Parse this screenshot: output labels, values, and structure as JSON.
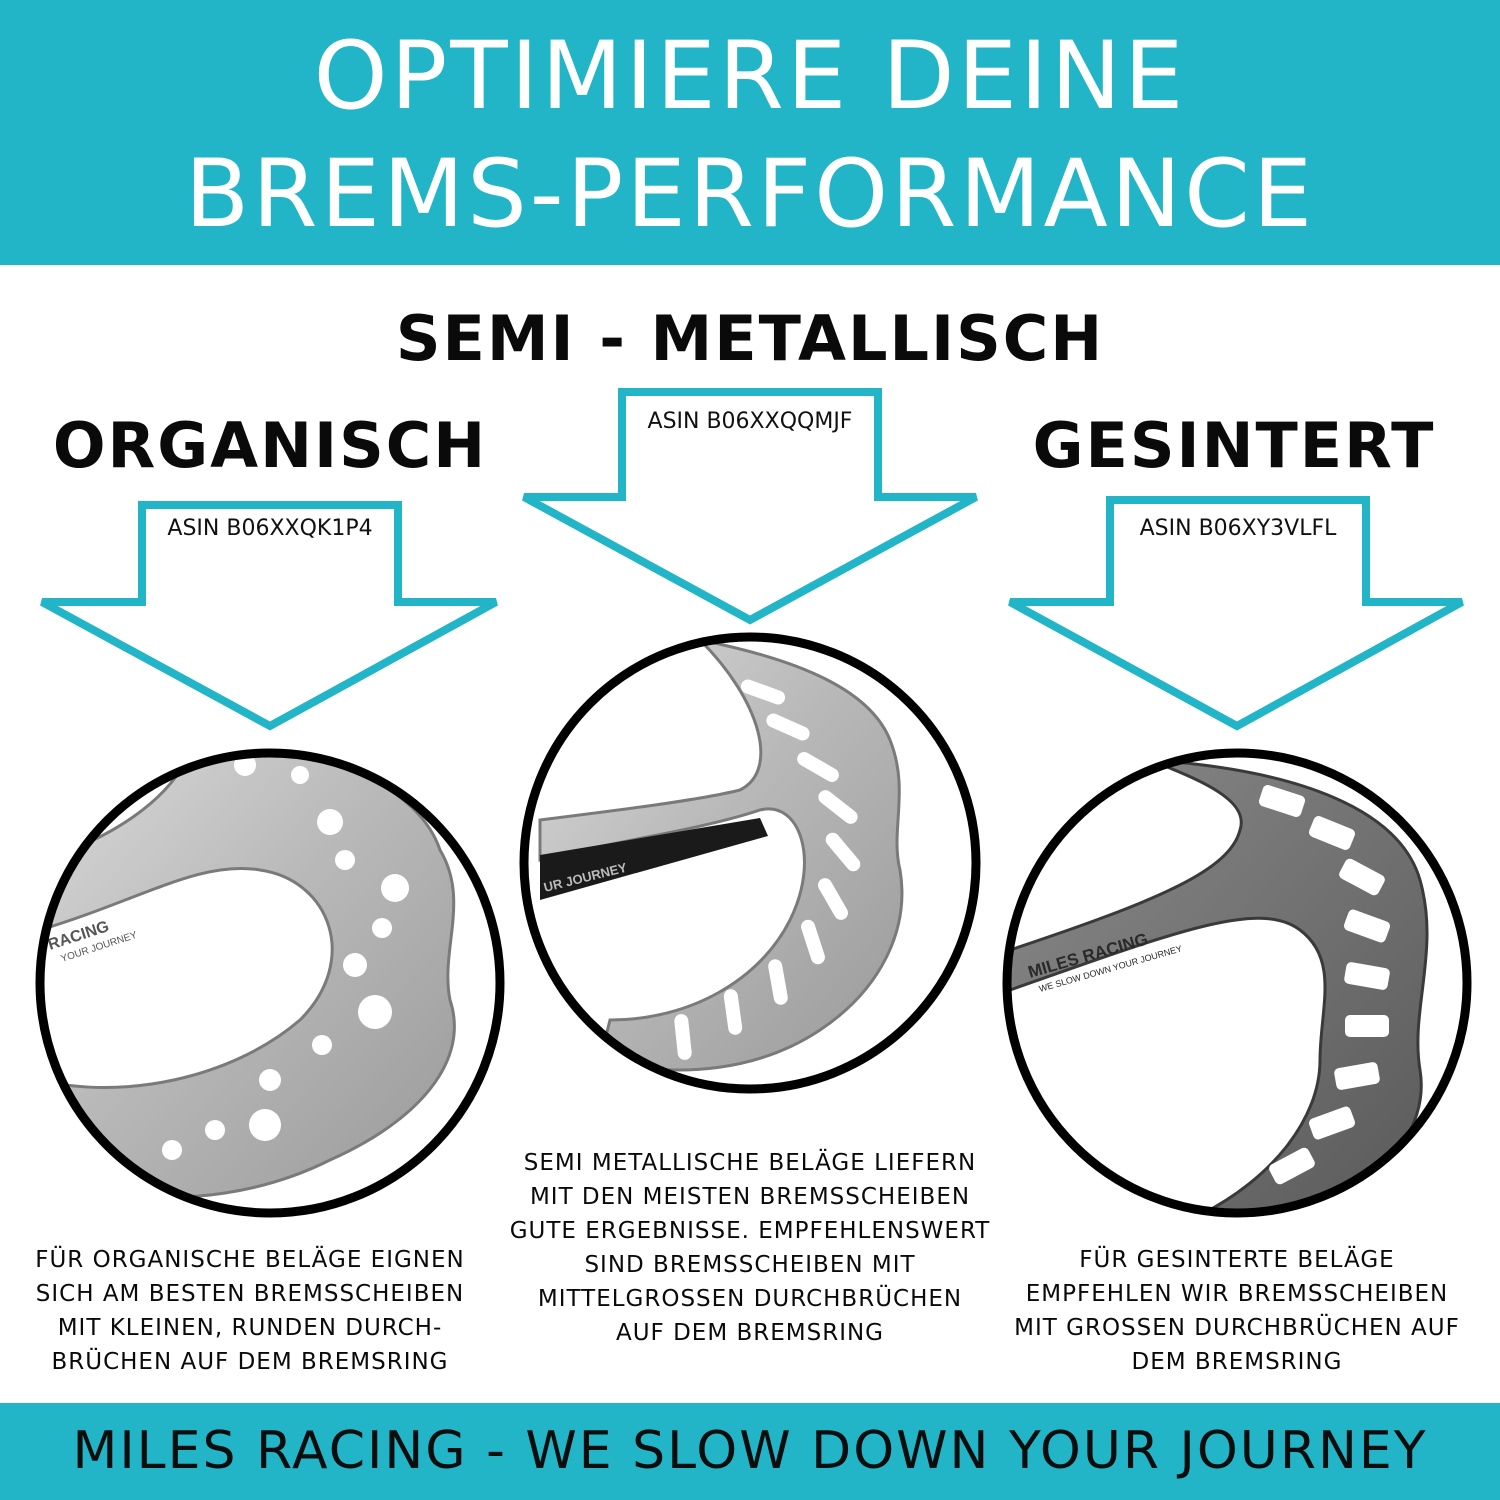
{
  "header": {
    "line1": "OPTIMIERE DEINE",
    "line2": "BREMS-PERFORMANCE"
  },
  "colors": {
    "accent": "#22b5c8",
    "text": "#0a0a0a",
    "circle_outline": "#000000"
  },
  "columns": {
    "organisch": {
      "title": "ORGANISCH",
      "asin": "ASIN B06XXQK1P4",
      "desc": [
        "FÜR ORGANISCHE BELÄGE EIGNEN",
        "SICH AM BESTEN BREMSSCHEIBEN",
        "MIT KLEINEN, RUNDEN DURCH-",
        "BRÜCHEN AUF DEM BREMSRING"
      ],
      "disc_text": [
        "RACING",
        "YOUR JOURNEY"
      ]
    },
    "semi": {
      "title": "SEMI - METALLISCH",
      "asin": "ASIN B06XXQQMJF",
      "desc": [
        "SEMI METALLISCHE BELÄGE LIEFERN",
        "MIT DEN MEISTEN BREMSSCHEIBEN",
        "GUTE ERGEBNISSE. EMPFEHLENSWERT",
        "SIND BREMSSCHEIBEN MIT",
        "MITTELGROSSEN DURCHBRÜCHEN",
        "AUF DEM BREMSRING"
      ],
      "disc_text": [
        "UR JOURNEY"
      ]
    },
    "gesintert": {
      "title": "GESINTERT",
      "asin": "ASIN B06XY3VLFL",
      "desc": [
        "FÜR GESINTERTE BELÄGE",
        "EMPFEHLEN WIR BREMSSCHEIBEN",
        "MIT GROSSEN DURCHBRÜCHEN AUF",
        "DEM BREMSRING"
      ],
      "disc_text": [
        "MILES RACING",
        "WE SLOW DOWN YOUR JOURNEY"
      ]
    }
  },
  "footer": {
    "text": "MILES RACING - WE SLOW DOWN YOUR JOURNEY"
  }
}
